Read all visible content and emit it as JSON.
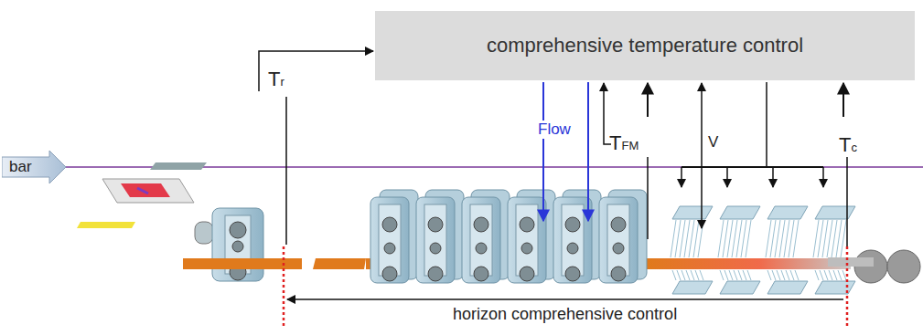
{
  "diagram": {
    "nodes": [
      {
        "text": [
          "comprehensive temperature control"
        ]
      },
      {
        "text": [
          "bar"
        ]
      }
    ],
    "labels": [
      "Tr",
      "Flow",
      "TFM",
      "V",
      "Tc",
      "horizon comprehensive control"
    ]
  }
}
